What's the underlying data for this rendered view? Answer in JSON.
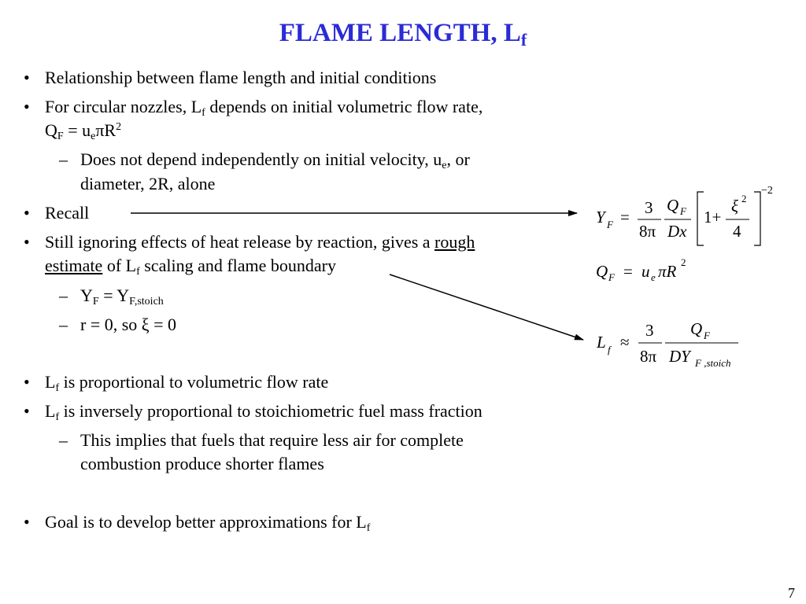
{
  "title": {
    "main": "FLAME LENGTH, L",
    "sub": "f"
  },
  "bullets": {
    "b1": "Relationship between flame length and initial conditions",
    "b2_a": "For circular nozzles, L",
    "b2_sub": "f",
    "b2_b": " depends on initial volumetric flow rate,",
    "b2_l2_q": "Q",
    "b2_l2_qsub": "F",
    "b2_l2_eq": " = u",
    "b2_l2_esub": "e",
    "b2_l2_pr": "πR",
    "b2_l2_sup": "2",
    "s1_a": "Does not depend independently on initial velocity, u",
    "s1_sub": "e",
    "s1_b": ", or",
    "s1_l2": "diameter, 2R, alone",
    "b3": "Recall",
    "b4_a": "Still ignoring effects of heat release by reaction, gives a ",
    "b4_u1": "rough",
    "b4_u2": "estimate",
    "b4_b": " of L",
    "b4_sub": "f",
    "b4_c": " scaling and flame boundary",
    "s2_a": "Y",
    "s2_sub1": "F",
    "s2_b": " = Y",
    "s2_sub2": "F,stoich",
    "s3": "r = 0, so ξ = 0",
    "b5_a": "L",
    "b5_sub": "f",
    "b5_b": " is proportional to volumetric flow rate",
    "b6_a": "L",
    "b6_sub": "f",
    "b6_b": " is inversely proportional to stoichiometric fuel mass fraction",
    "s4_l1": "This implies that fuels that require less air for complete",
    "s4_l2": "combustion produce shorter flames",
    "b7_a": "Goal is to develop better approximations for L",
    "b7_sub": "f"
  },
  "markers": {
    "bullet": "•",
    "dash": "–"
  },
  "eq1": {
    "lhs": "Y",
    "lhs_sub": "F",
    "eq": "=",
    "n1": "3",
    "d1": "8π",
    "n2": "Q",
    "n2_sub": "F",
    "d2": "Dx",
    "one_plus": "1+",
    "xi": "ξ",
    "xi_sup": "2",
    "four": "4",
    "exp": "−2"
  },
  "eq2": {
    "lhs": "Q",
    "lhs_sub": "F",
    "eq": "=",
    "rhs_u": "u",
    "rhs_sub": "e",
    "rhs_pr": "πR",
    "rhs_sup": "2"
  },
  "eq3": {
    "lhs": "L",
    "lhs_sub": "f",
    "approx": "≈",
    "n1": "3",
    "d1": "8π",
    "n2": "Q",
    "n2_sub": "F",
    "d2": "DY",
    "d2_sub": "F ,stoich"
  },
  "page_number": "7",
  "colors": {
    "title": "#2b2bd6",
    "text": "#000000"
  }
}
